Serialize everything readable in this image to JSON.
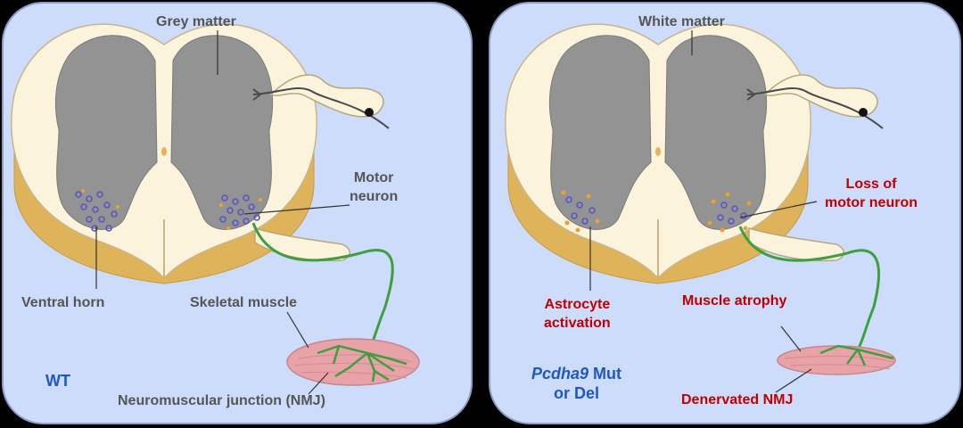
{
  "left_panel": {
    "grey_matter": "Grey matter",
    "motor_neuron_1": "Motor",
    "motor_neuron_2": "neuron",
    "ventral_horn": "Ventral horn",
    "skeletal_muscle": "Skeletal muscle",
    "nmj": "Neuromuscular junction (NMJ)",
    "genotype": "WT"
  },
  "right_panel": {
    "white_matter": "White matter",
    "loss_1": "Loss of",
    "loss_2": "motor neuron",
    "astro_1": "Astrocyte",
    "astro_2": "activation",
    "muscle_atrophy": "Muscle atrophy",
    "denervated": "Denervated NMJ",
    "genotype_gene": "Pcdha9",
    "genotype_rest": " Mut",
    "genotype_line2": "or Del"
  },
  "colors": {
    "panel_bg": "#cddcfa",
    "cord_cream": "#fbf3dc",
    "cord_tan": "#dfb35a",
    "grey_matter": "#939393",
    "axon_green": "#3f9f3f",
    "muscle_pink": "#e7a3a8",
    "label_red": "#c00000",
    "label_blue": "#1f57c3"
  }
}
